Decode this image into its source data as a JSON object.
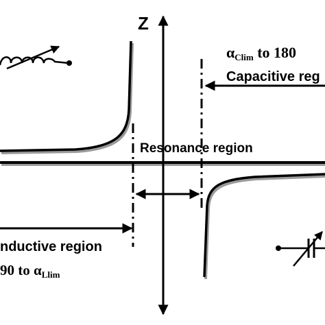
{
  "diagram": {
    "z_axis_label": "Z",
    "resonance_label": "Resonance region",
    "capacitive": {
      "range_alpha": "α",
      "range_sub": "Clim",
      "range_rest": " to 180",
      "region_label": "Capacitive reg"
    },
    "inductive": {
      "region_label": "nductive region",
      "range_start": "90 to ",
      "range_alpha": "α",
      "range_sub": "Llim"
    },
    "icons": [
      "inductor-icon",
      "variable-capacitor-icon"
    ],
    "colors": {
      "ink": "#000000",
      "shadow": "#9a9a9a",
      "background": "#ffffff"
    }
  }
}
